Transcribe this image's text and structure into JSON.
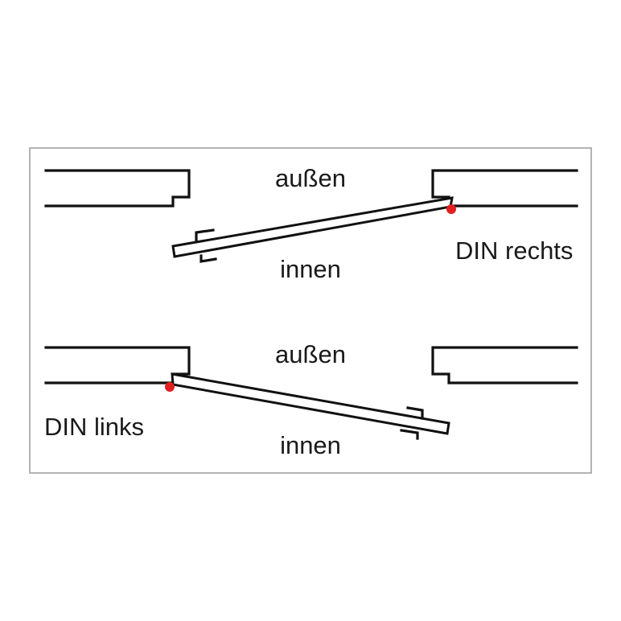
{
  "colors": {
    "line": "#111111",
    "frame": "#9a9a9a",
    "hinge": "#e02020",
    "background": "#ffffff"
  },
  "top": {
    "outside_label": "außen",
    "inside_label": "innen",
    "hinge_label": "DIN rechts"
  },
  "bottom": {
    "outside_label": "außen",
    "inside_label": "innen",
    "hinge_label": "DIN links"
  }
}
